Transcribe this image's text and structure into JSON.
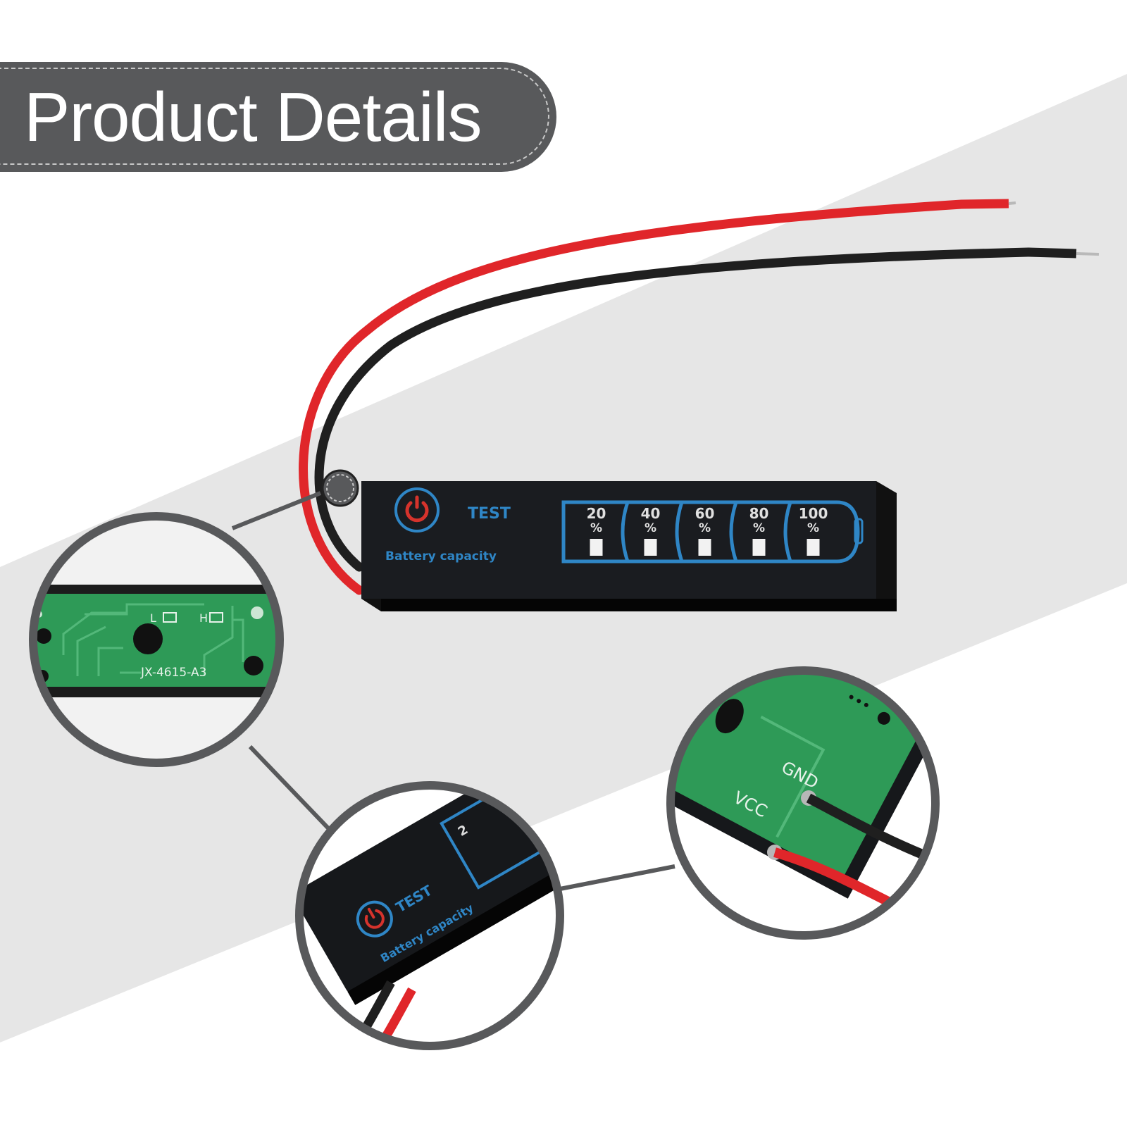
{
  "banner": {
    "title": "Product Details"
  },
  "device": {
    "test_label": "TEST",
    "caption": "Battery capacity",
    "levels": [
      {
        "value": "20",
        "unit": "%"
      },
      {
        "value": "40",
        "unit": "%"
      },
      {
        "value": "60",
        "unit": "%"
      },
      {
        "value": "80",
        "unit": "%"
      },
      {
        "value": "100",
        "unit": "%"
      }
    ]
  },
  "callouts": {
    "pcb_back": {
      "pad_l": "L",
      "pad_h": "H",
      "part_number": "JX-4615-A3"
    },
    "side_view": {
      "test_label": "TEST",
      "caption": "Battery capacity",
      "partial_level": "2"
    },
    "terminals": {
      "gnd": "GND",
      "vcc": "VCC"
    }
  },
  "colors": {
    "banner": "#58595b",
    "circle_border": "#58595b",
    "accent_blue": "#2f86c6",
    "power_red": "#d6332c",
    "wire_red": "#e0262a",
    "wire_black": "#1f1f1f",
    "pcb_green": "#2e9a57"
  }
}
